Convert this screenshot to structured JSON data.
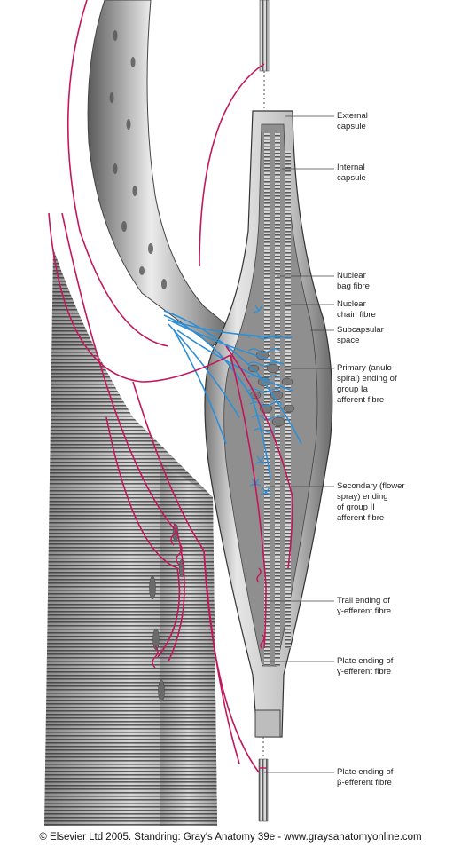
{
  "labels": [
    "External\ncapsule",
    "Internal\ncapsule",
    "Nuclear\nbag fibre",
    "Nuclear\nchain fibre",
    "Subcapsular\nspace",
    "Primary (anulo-\nspiral) ending of\ngroup Ia\nafferent fibre",
    "Secondary (flower\nspray) ending\nof group II\nafferent fibre",
    "Trail ending of\nγ-efferent fibre",
    "Plate ending of\nγ-efferent fibre",
    "Plate ending of\nβ-efferent fibre"
  ],
  "copyright": "© Elsevier Ltd 2005. Standring: Gray's Anatomy 39e - www.graysanatomyonline.com",
  "colors": {
    "efferent": "#c2185b",
    "afferent": "#2e8fd6",
    "tissue": "#9a9a9a",
    "stripe": "#555555",
    "nucleus": "#6f6f6f"
  }
}
